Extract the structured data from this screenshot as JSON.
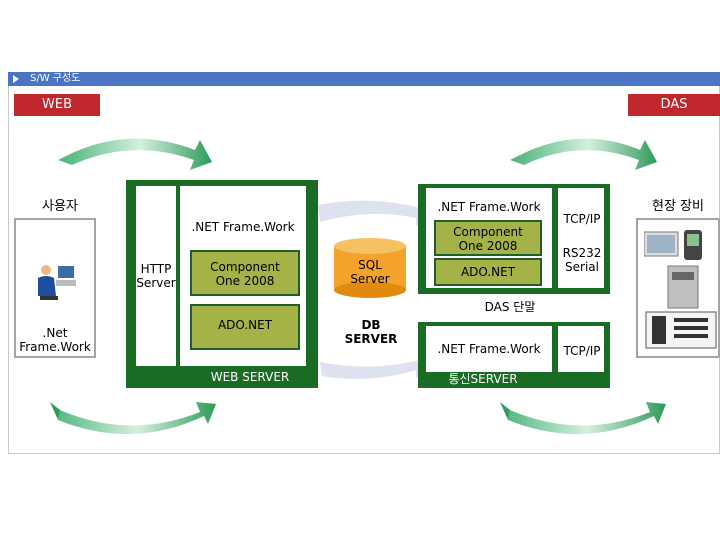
{
  "header": {
    "title": "S/W 구성도"
  },
  "badges": {
    "web": "WEB",
    "das": "DAS"
  },
  "user": {
    "title": "사용자",
    "framework": ".Net\nFrame.Work"
  },
  "web_server": {
    "framework": ".NET Frame.Work",
    "http": "HTTP\nServer",
    "component": "Component\nOne 2008",
    "ado": "ADO.NET",
    "name": "WEB SERVER"
  },
  "db": {
    "sql": "SQL\nServer",
    "name": "DB\nSERVER"
  },
  "das_terminal": {
    "framework": ".NET Frame.Work",
    "component": "Component\nOne 2008",
    "ado": "ADO.NET",
    "tcp": "TCP/IP",
    "rs232": "RS232\nSerial",
    "name": "DAS 단말"
  },
  "comm_server": {
    "framework": ".NET Frame.Work",
    "tcp": "TCP/IP",
    "name": "통신SERVER"
  },
  "field": {
    "title": "현장 장비"
  },
  "colors": {
    "title_bar": "#4a74c4",
    "badge": "#c0272d",
    "server_green": "#1a6b24",
    "module_olive": "#a4b248",
    "cylinder": "#f3a22a",
    "arrow": "#2e9b5a"
  },
  "icons": [
    "user-computer-icon",
    "monitor-icon",
    "pda-icon",
    "printer-icon",
    "barcode-scanner-icon",
    "double-arrow-icon"
  ]
}
